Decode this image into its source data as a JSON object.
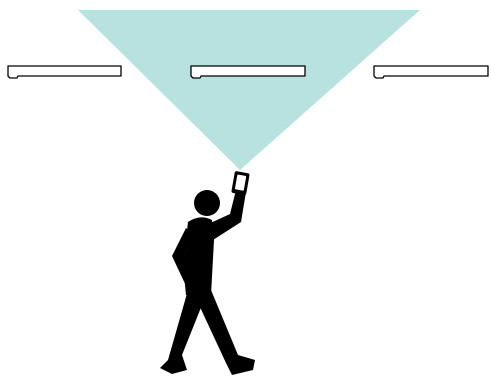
{
  "scene": {
    "background_color": "#ffffff",
    "light_cone_color": "#b7e2df",
    "figure_color": "#000000",
    "fixture_fill_color": "#ffffff",
    "fixture_stroke_color": "#000000",
    "fixture_count": 3,
    "icons": [
      "ceiling-light-fixture",
      "light-cone",
      "person-walking-icon",
      "smartphone-icon"
    ]
  }
}
